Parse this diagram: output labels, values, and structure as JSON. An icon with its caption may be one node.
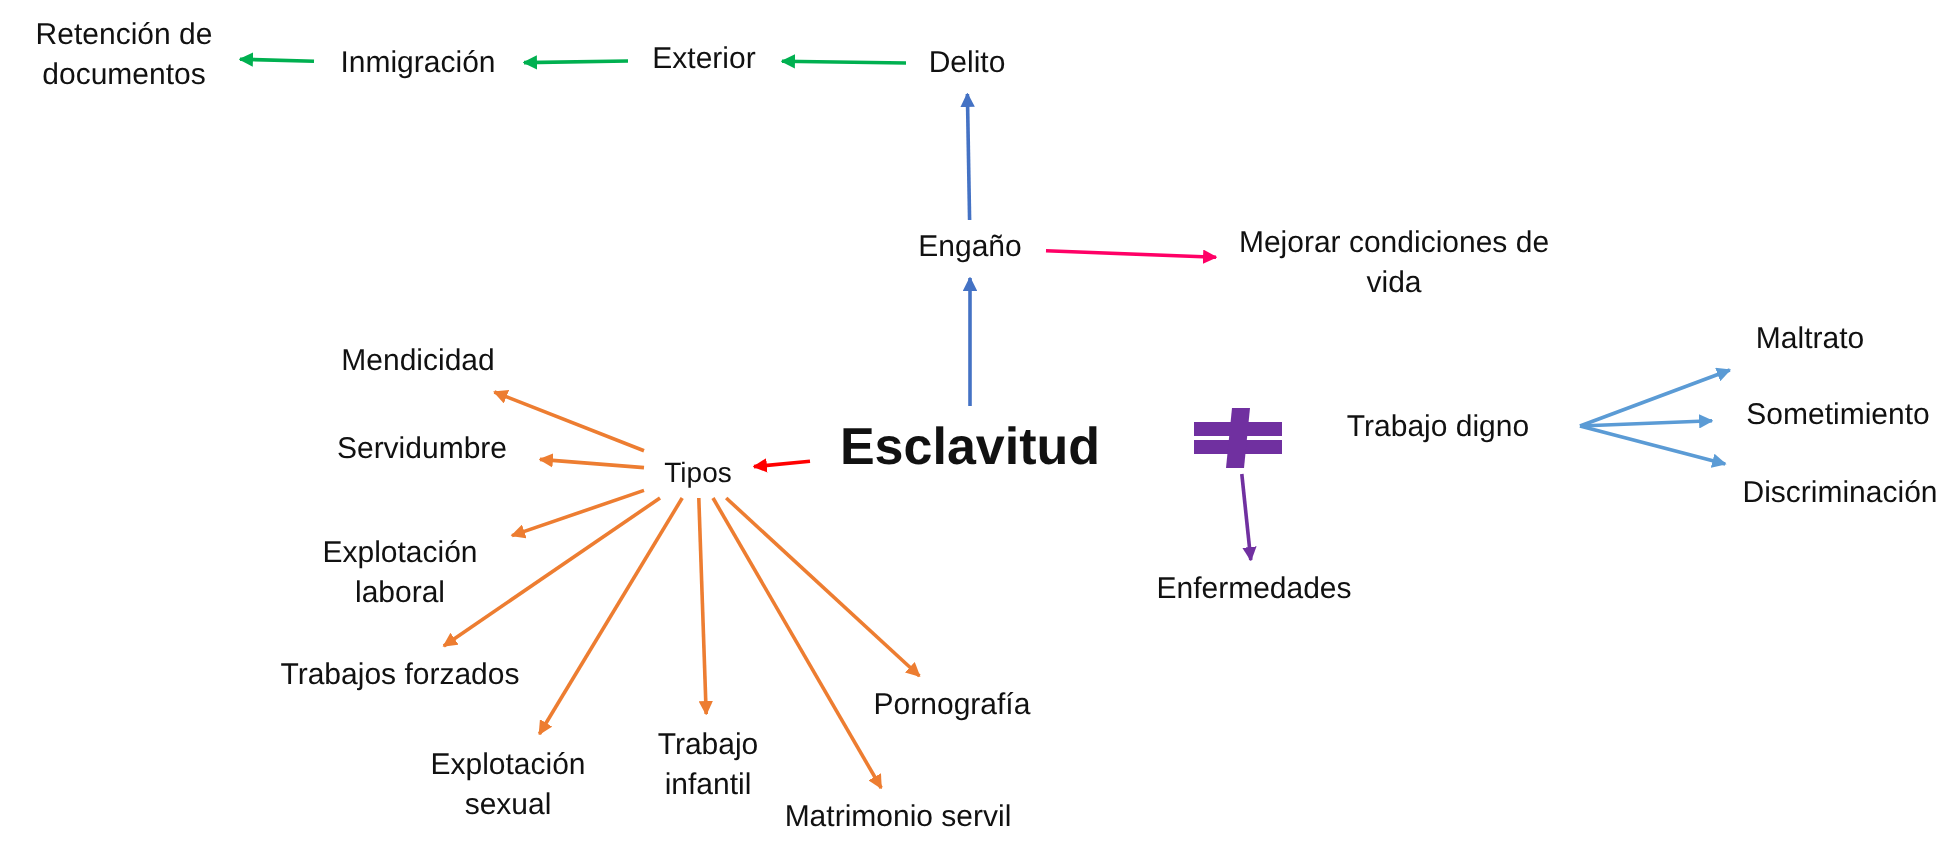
{
  "diagram": {
    "nodes": [
      {
        "text": [
          "Retención de documentos"
        ]
      },
      {
        "text": [
          "Inmigración"
        ]
      },
      {
        "text": [
          "Exterior"
        ]
      },
      {
        "text": [
          "Delito"
        ]
      },
      {
        "text": [
          "Engaño"
        ]
      },
      {
        "text": [
          "Mejorar condiciones de vida"
        ]
      },
      {
        "text": [
          "Esclavitud"
        ]
      },
      {
        "text": [
          "Tipos"
        ]
      },
      {
        "text": [
          "Mendicidad"
        ]
      },
      {
        "text": [
          "Servidumbre"
        ]
      },
      {
        "text": [
          "Explotación laboral"
        ]
      },
      {
        "text": [
          "Trabajos forzados"
        ]
      },
      {
        "text": [
          "Explotación sexual"
        ]
      },
      {
        "text": [
          "Trabajo infantil"
        ]
      },
      {
        "text": [
          "Pornografía"
        ]
      },
      {
        "text": [
          "Matrimonio servil"
        ]
      },
      {
        "text": [],
        "shape": "bar"
      },
      {
        "text": [
          "Trabajo digno"
        ]
      },
      {
        "text": [
          "Enfermedades"
        ]
      },
      {
        "text": [
          "Maltrato"
        ]
      },
      {
        "text": [
          "Sometimiento"
        ]
      },
      {
        "text": [
          "Discriminación"
        ]
      }
    ],
    "edges": [
      {
        "from": 3,
        "to": 2,
        "arrow": "to",
        "color": "#00b050"
      },
      {
        "from": 2,
        "to": 1,
        "arrow": "to",
        "color": "#00b050"
      },
      {
        "from": 1,
        "to": 0,
        "arrow": "to",
        "color": "#00b050"
      },
      {
        "from": 4,
        "to": 3,
        "arrow": "to",
        "color": "#4472c4"
      },
      {
        "from": 6,
        "to": 4,
        "arrow": "to",
        "color": "#4472c4"
      },
      {
        "from": 4,
        "to": 5,
        "arrow": "to",
        "color": "#ff0066"
      },
      {
        "from": 6,
        "to": 7,
        "arrow": "to",
        "color": "#ff0000"
      },
      {
        "from": 7,
        "to": 8,
        "arrow": "to"
      },
      {
        "from": 7,
        "to": 9,
        "arrow": "to"
      },
      {
        "from": 7,
        "to": 10,
        "arrow": "to"
      },
      {
        "from": 7,
        "to": 11,
        "arrow": "to"
      },
      {
        "from": 7,
        "to": 12,
        "arrow": "to"
      },
      {
        "from": 7,
        "to": 13,
        "arrow": "to"
      },
      {
        "from": 7,
        "to": 15,
        "arrow": "to"
      },
      {
        "from": 7,
        "to": 14,
        "arrow": "to"
      },
      {
        "from": 16,
        "to": 18,
        "arrow": "to",
        "color": "#7030a0"
      },
      {
        "from": 17,
        "to": 19,
        "arrow": "to",
        "color": "#5b9bd5"
      },
      {
        "from": 17,
        "to": 20,
        "arrow": "to",
        "color": "#5b9bd5"
      },
      {
        "from": 17,
        "to": 21,
        "arrow": "to",
        "color": "#5b9bd5"
      }
    ]
  }
}
